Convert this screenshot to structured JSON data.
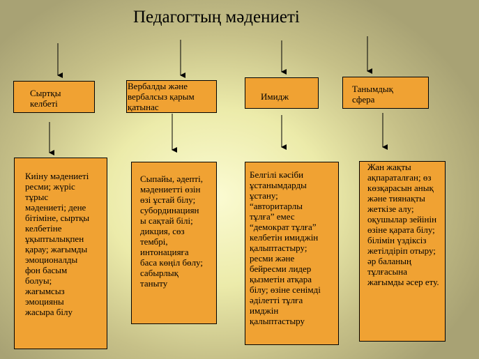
{
  "title": "Педагогтың мәдениеті",
  "columns": [
    {
      "header": "Сыртқы\nкелбеті",
      "description": "Киіну мәдениеті\nресми; жүріс\nтұрыс\nмәдениеті;  дене\nбітіміне,  сыртқы\nкелбетіне\nұқыптылықпен\nқарау; жағымды\nэмоционалды\nфон басым\nболуы;\nжағымсыз\nэмоцияны\nжасыра білу"
    },
    {
      "header": "Вербалды және\nвербалсыз қарым\nқатынас",
      "description": "Сыпайы, әдепті,\nмәдениетті  өзін\nөзі ұстай білу;\nсубординациян\nы сақтай білі;\nдикция, сөз\nтембрі,\nинтонацияға\nбаса көңіл бөлу;\nсабырлық\nтаныту"
    },
    {
      "header": "Имидж",
      "description": "Белгілі кәсіби\nұстанымдарды\nұстану;\n“авторитарлы\nтұлға” емес\n“демократ тұлға”\nкелбетін имиджін\nқалыптастыру;\nресми және\nбейресми лидер\nқызметін атқара\nбілу; өзіне сенімді\nәділетті  тұлға\nимджін\nқалыптастыру"
    },
    {
      "header": "Танымдық\nсфера",
      "description": "Жан жақты\nақпараталған;  өз\nкөзқарасын анық\nжәне тиянақты\nжеткізе алу;\nоқушылар зейінін\nөзіне қарата білу;\nбілімін үздіксіз\nжетілдіріп  отыру;\nәр баланың\nтұлғасына\nжағымды әсер ету."
    }
  ]
}
